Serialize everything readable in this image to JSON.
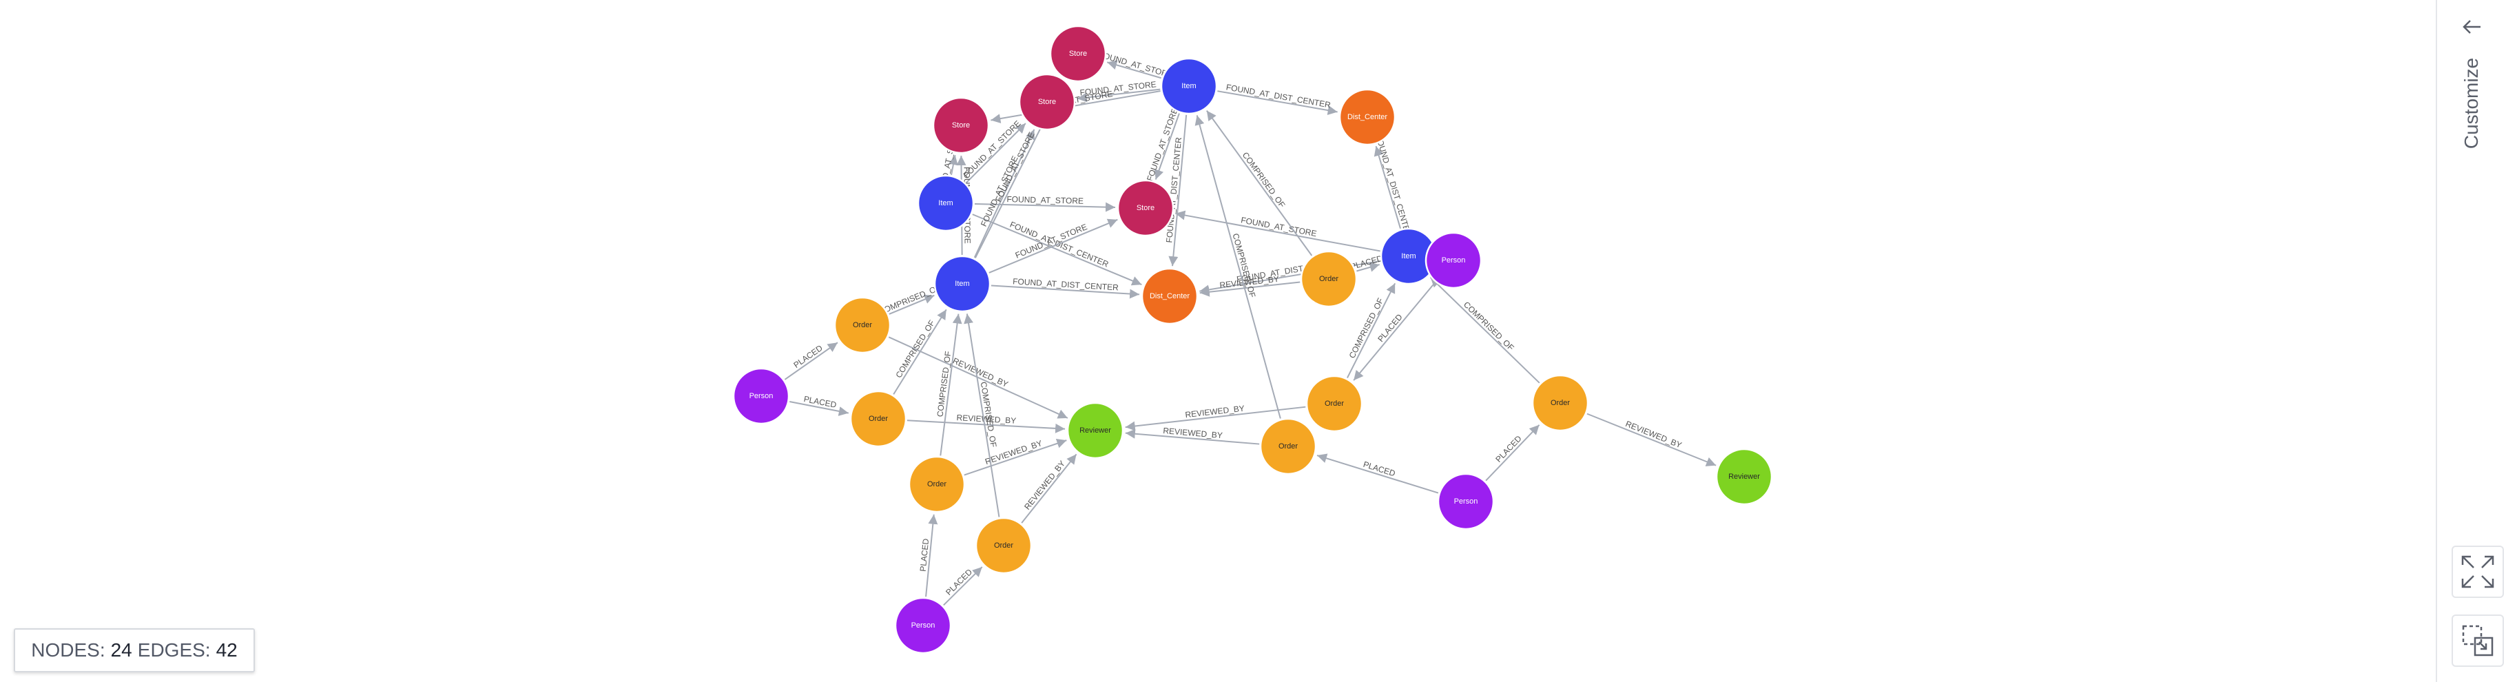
{
  "stats": {
    "nodes_label": "NODES:",
    "nodes_count": "24",
    "edges_label": "EDGES:",
    "edges_count": "42"
  },
  "side_panel": {
    "customize_label": "Customize",
    "collapse_icon": "arrow-left-icon",
    "fit_icon": "expand-arrows-icon",
    "select_icon": "selection-box-icon"
  },
  "colors": {
    "Item": "#3a44f0",
    "Store": "#c2255c",
    "Dist_Center": "#ef6c1e",
    "Order": "#f5a623",
    "Person": "#9b1ff0",
    "Reviewer": "#7ed321",
    "edge": "#a5abb6",
    "edge_label": "#555555"
  },
  "graph": {
    "nodes": [
      {
        "id": "n1",
        "label": "Store"
      },
      {
        "id": "n2",
        "label": "Item"
      },
      {
        "id": "n3",
        "label": "Store"
      },
      {
        "id": "n4",
        "label": "Store"
      },
      {
        "id": "n5",
        "label": "Dist_Center"
      },
      {
        "id": "n6",
        "label": "Item"
      },
      {
        "id": "n7",
        "label": "Store"
      },
      {
        "id": "n8",
        "label": "Item"
      },
      {
        "id": "n9",
        "label": "Person"
      },
      {
        "id": "n10",
        "label": "Order"
      },
      {
        "id": "n11",
        "label": "Item"
      },
      {
        "id": "n12",
        "label": "Dist_Center"
      },
      {
        "id": "n13",
        "label": "Order"
      },
      {
        "id": "n14",
        "label": "Person"
      },
      {
        "id": "n15",
        "label": "Order"
      },
      {
        "id": "n16",
        "label": "Reviewer"
      },
      {
        "id": "n17",
        "label": "Order"
      },
      {
        "id": "n18",
        "label": "Order"
      },
      {
        "id": "n19",
        "label": "Order"
      },
      {
        "id": "n20",
        "label": "Reviewer"
      },
      {
        "id": "n21",
        "label": "Order"
      },
      {
        "id": "n22",
        "label": "Person"
      },
      {
        "id": "n23",
        "label": "Order"
      },
      {
        "id": "n24",
        "label": "Person"
      }
    ],
    "edges": [
      {
        "source": "n2",
        "target": "n1",
        "label": "FOUND_AT_STORE"
      },
      {
        "source": "n2",
        "target": "n3",
        "label": "FOUND_AT_STORE"
      },
      {
        "source": "n2",
        "target": "n4",
        "label": "FOUND_AT_STORE"
      },
      {
        "source": "n2",
        "target": "n5",
        "label": "FOUND_AT_DIST_CENTER"
      },
      {
        "source": "n2",
        "target": "n12",
        "label": "FOUND_AT_DIST_CENTER"
      },
      {
        "source": "n2",
        "target": "n7",
        "label": "FOUND_AT_STORE"
      },
      {
        "source": "n6",
        "target": "n4",
        "label": "FOUND_AT_STORE"
      },
      {
        "source": "n6",
        "target": "n3",
        "label": "FOUND_AT_STORE"
      },
      {
        "source": "n6",
        "target": "n12",
        "label": "FOUND_AT_DIST_CENTER"
      },
      {
        "source": "n6",
        "target": "n7",
        "label": "FOUND_AT_STORE"
      },
      {
        "source": "n8",
        "target": "n5",
        "label": "FOUND_AT_DIST_CENTER"
      },
      {
        "source": "n8",
        "target": "n7",
        "label": "FOUND_AT_STORE"
      },
      {
        "source": "n8",
        "target": "n12",
        "label": "FOUND_AT_DIST_CENTER"
      },
      {
        "source": "n11",
        "target": "n4",
        "label": "FOUND_AT_STORE"
      },
      {
        "source": "n11",
        "target": "n3",
        "label": "FOUND_AT_STORE"
      },
      {
        "source": "n11",
        "target": "n7",
        "label": "FOUND_AT_STORE"
      },
      {
        "source": "n11",
        "target": "n12",
        "label": "FOUND_AT_DIST_CENTER"
      },
      {
        "source": "n11",
        "target": "n1",
        "label": "FOUND_AT_STORE"
      },
      {
        "source": "n10",
        "target": "n2",
        "label": "COMPRISED_OF"
      },
      {
        "source": "n10",
        "target": "n8",
        "label": "PLACED"
      },
      {
        "source": "n10",
        "target": "n12",
        "label": "REVIEWED_BY"
      },
      {
        "source": "n13",
        "target": "n11",
        "label": "COMPRISED_OF"
      },
      {
        "source": "n13",
        "target": "n16",
        "label": "REVIEWED_BY"
      },
      {
        "source": "n14",
        "target": "n13",
        "label": "PLACED"
      },
      {
        "source": "n14",
        "target": "n15",
        "label": "PLACED"
      },
      {
        "source": "n15",
        "target": "n11",
        "label": "COMPRISED_OF"
      },
      {
        "source": "n15",
        "target": "n16",
        "label": "REVIEWED_BY"
      },
      {
        "source": "n17",
        "target": "n8",
        "label": "COMPRISED_OF"
      },
      {
        "source": "n17",
        "target": "n16",
        "label": "REVIEWED_BY"
      },
      {
        "source": "n19",
        "target": "n2",
        "label": "COMPRISED_OF"
      },
      {
        "source": "n19",
        "target": "n16",
        "label": "REVIEWED_BY"
      },
      {
        "source": "n9",
        "target": "n17",
        "label": "PLACED"
      },
      {
        "source": "n21",
        "target": "n8",
        "label": "COMPRISED_OF"
      },
      {
        "source": "n21",
        "target": "n20",
        "label": "REVIEWED_BY"
      },
      {
        "source": "n22",
        "target": "n19",
        "label": "PLACED"
      },
      {
        "source": "n22",
        "target": "n21",
        "label": "PLACED"
      },
      {
        "source": "n18",
        "target": "n11",
        "label": "COMPRISED_OF"
      },
      {
        "source": "n18",
        "target": "n16",
        "label": "REVIEWED_BY"
      },
      {
        "source": "n23",
        "target": "n11",
        "label": "COMPRISED_OF"
      },
      {
        "source": "n23",
        "target": "n16",
        "label": "REVIEWED_BY"
      },
      {
        "source": "n24",
        "target": "n18",
        "label": "PLACED"
      },
      {
        "source": "n24",
        "target": "n23",
        "label": "PLACED"
      }
    ]
  }
}
